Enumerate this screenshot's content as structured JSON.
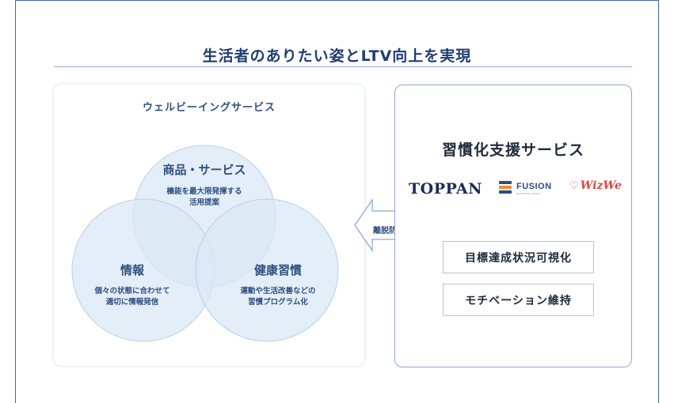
{
  "title": "生活者のありたい姿とLTV向上を実現",
  "wellbeing": {
    "title": "ウェルビーイングサービス",
    "circles": [
      {
        "label": "商品・サービス",
        "desc_lines": [
          "機能を最大限発揮する",
          "活用提案"
        ]
      },
      {
        "label": "情報",
        "desc_lines": [
          "個々の状態に合わせて",
          "適切に情報発信"
        ]
      },
      {
        "label": "健康習慣",
        "desc_lines": [
          "運動や生活改善などの",
          "習慣プログラム化"
        ]
      }
    ]
  },
  "arrow": {
    "label": "離脱防止"
  },
  "habit_support": {
    "title": "習慣化支援サービス",
    "logos": {
      "toppan": "TOPPAN",
      "fusion": "FUSION",
      "fusion_sub": "MARKETING AGENCY",
      "wizwe": "WizWe"
    },
    "boxes": [
      "目標達成状況可視化",
      "モチベーション維持"
    ]
  },
  "colors": {
    "circle_fill": "#dbe8f5",
    "circle_stroke": "#b9d0ea",
    "accent": "#1f3d73",
    "frame": "#3d65b0",
    "toppan": "#1e2a5a",
    "wizwe": "#e0463f"
  }
}
